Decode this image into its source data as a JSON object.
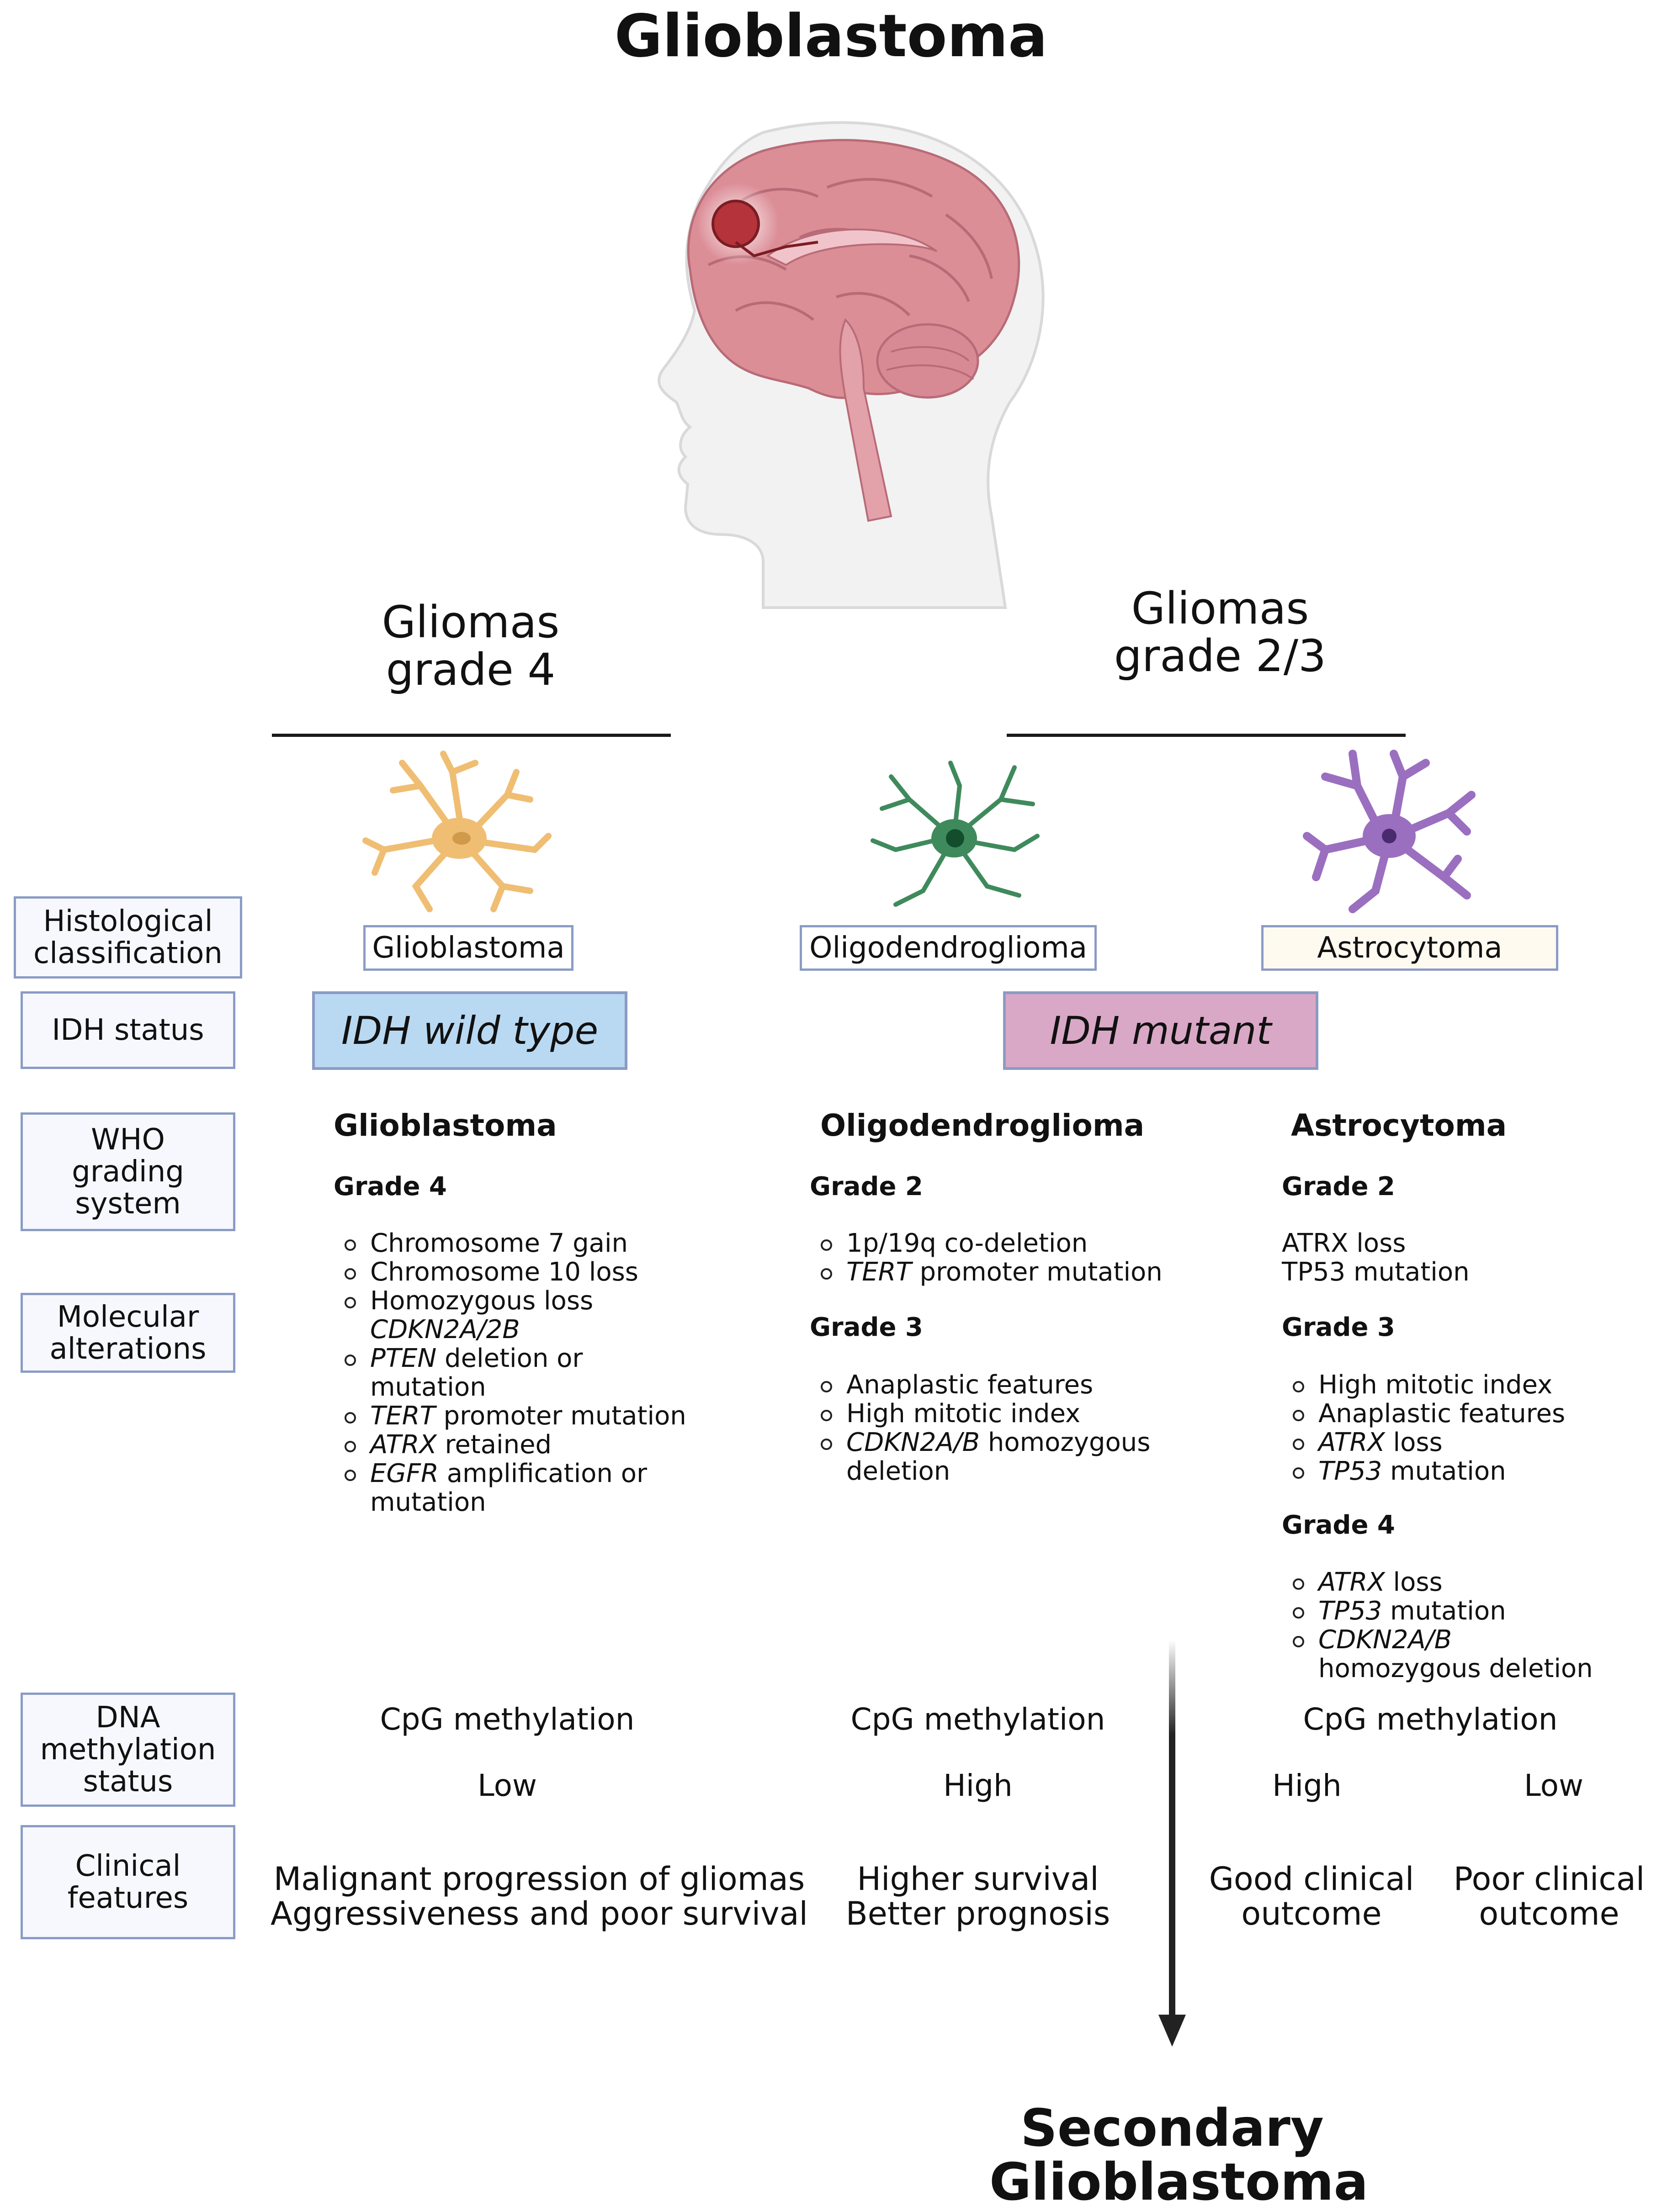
{
  "title": "Glioblastoma",
  "groups": {
    "grade4": [
      "Gliomas",
      "grade 4"
    ],
    "grade23": [
      "Gliomas",
      "grade 2/3"
    ]
  },
  "row_labels": {
    "histological": [
      "Histological",
      "classification"
    ],
    "idh": [
      "IDH status"
    ],
    "who": [
      "WHO",
      "grading",
      "system"
    ],
    "molecular": [
      "Molecular",
      "alterations"
    ],
    "dna": [
      "DNA",
      "methylation",
      "status"
    ],
    "clinical": [
      "Clinical",
      "features"
    ]
  },
  "histology": {
    "glioblastoma": "Glioblastoma",
    "oligodendroglioma": "Oligodendroglioma",
    "astrocytoma": "Astrocytoma"
  },
  "idh": {
    "wild": "IDH wild type",
    "mutant": "IDH mutant"
  },
  "colors": {
    "idh_wild": "#b9d9f2",
    "idh_mutant": "#d9a8c6",
    "astro_box": "#fffaf0",
    "box_border": "#8b9bc4",
    "astrocyte_cell": "#efbe73",
    "oligo_cell": "#3f8a5c",
    "astro_cell": "#9b6fbf",
    "brain": "#d98b94"
  },
  "who": {
    "glioblastoma": {
      "name": "Glioblastoma",
      "grade": "Grade 4",
      "alterations": [
        [
          "Chromosome 7 gain"
        ],
        [
          "Chromosome 10 loss"
        ],
        [
          "Homozygous loss"
        ],
        [
          "CDKN2A/2B"
        ],
        [
          "PTEN",
          " deletion or"
        ],
        [
          "mutation"
        ],
        [
          "TERT",
          " promoter mutation"
        ],
        [
          "ATRX",
          " retained"
        ],
        [
          "EGFR",
          " amplification or"
        ],
        [
          "mutation"
        ]
      ]
    },
    "oligodendroglioma": {
      "name": "Oligodendroglioma",
      "grade2": "Grade 2",
      "grade2_alterations": [
        [
          "1p/19q co-deletion"
        ],
        [
          "TERT",
          " promoter mutation"
        ]
      ],
      "grade3": "Grade 3",
      "grade3_alterations": [
        [
          "Anaplastic features"
        ],
        [
          "High mitotic index"
        ],
        [
          "CDKN2A/B",
          " homozygous"
        ],
        [
          "deletion"
        ]
      ]
    },
    "astrocytoma": {
      "name": "Astrocytoma",
      "grade2": "Grade 2",
      "grade2_alterations": [
        "ATRX loss",
        "TP53 mutation"
      ],
      "grade3": "Grade 3",
      "grade3_alterations": [
        [
          "High mitotic index"
        ],
        [
          "Anaplastic features"
        ],
        [
          "ATRX",
          " loss"
        ],
        [
          "TP53",
          " mutation"
        ]
      ],
      "grade4": "Grade 4",
      "grade4_alterations": [
        [
          "ATRX",
          " loss"
        ],
        [
          "TP53",
          " mutation"
        ],
        [
          "CDKN2A/B"
        ],
        [
          "homozygous deletion"
        ]
      ]
    }
  },
  "methylation": {
    "label": "CpG methylation",
    "glioblastoma": "Low",
    "oligodendroglioma": "High",
    "astro_high": "High",
    "astro_low": "Low"
  },
  "clinical": {
    "glioblastoma": [
      "Malignant progression of gliomas",
      "Aggressiveness and poor survival"
    ],
    "oligodendroglioma": [
      "Higher survival",
      "Better prognosis"
    ],
    "astro_good": [
      "Good clinical",
      "outcome"
    ],
    "astro_poor": [
      "Poor clinical",
      "outcome"
    ]
  },
  "secondary": [
    "Secondary",
    "Glioblastoma"
  ]
}
